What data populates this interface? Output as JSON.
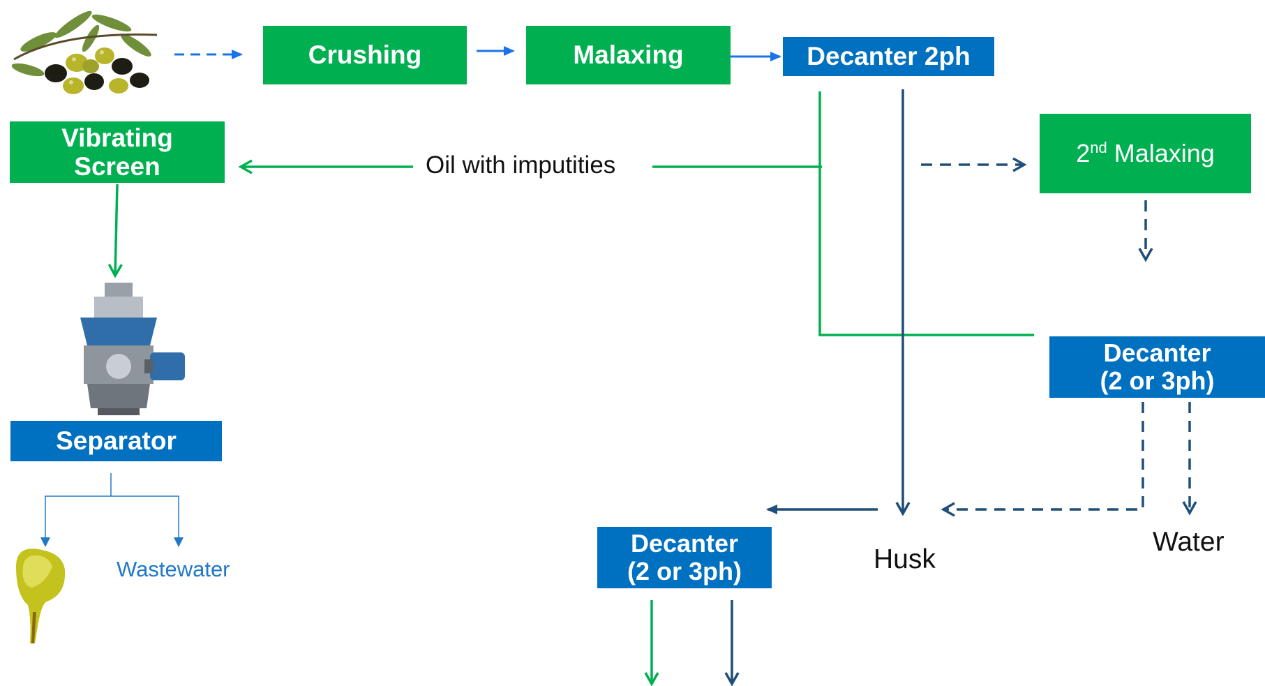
{
  "boxes": {
    "crushing": "Crushing",
    "malaxing": "Malaxing",
    "decanter_2ph": "Decanter 2ph",
    "vibrating_screen_line1": "Vibrating",
    "vibrating_screen_line2": "Screen",
    "second_malaxing_num": "2",
    "second_malaxing_sup": "nd",
    "second_malaxing_text": " Malaxing",
    "decanter_right_line1": "Decanter",
    "decanter_right_line2": "(2 or 3ph)",
    "separator": "Separator",
    "decanter_bottom_line1": "Decanter",
    "decanter_bottom_line2": "(2 or 3ph)"
  },
  "labels": {
    "oil_with_impurities": "Oil with imputities",
    "husk": "Husk",
    "water": "Water",
    "wastewater": "Wastewater"
  },
  "colors": {
    "green_box": "#00b050",
    "blue_box": "#0070c0",
    "green_line": "#00b050",
    "blue_line": "#1f4e79",
    "bright_blue_line": "#1a73e8"
  }
}
